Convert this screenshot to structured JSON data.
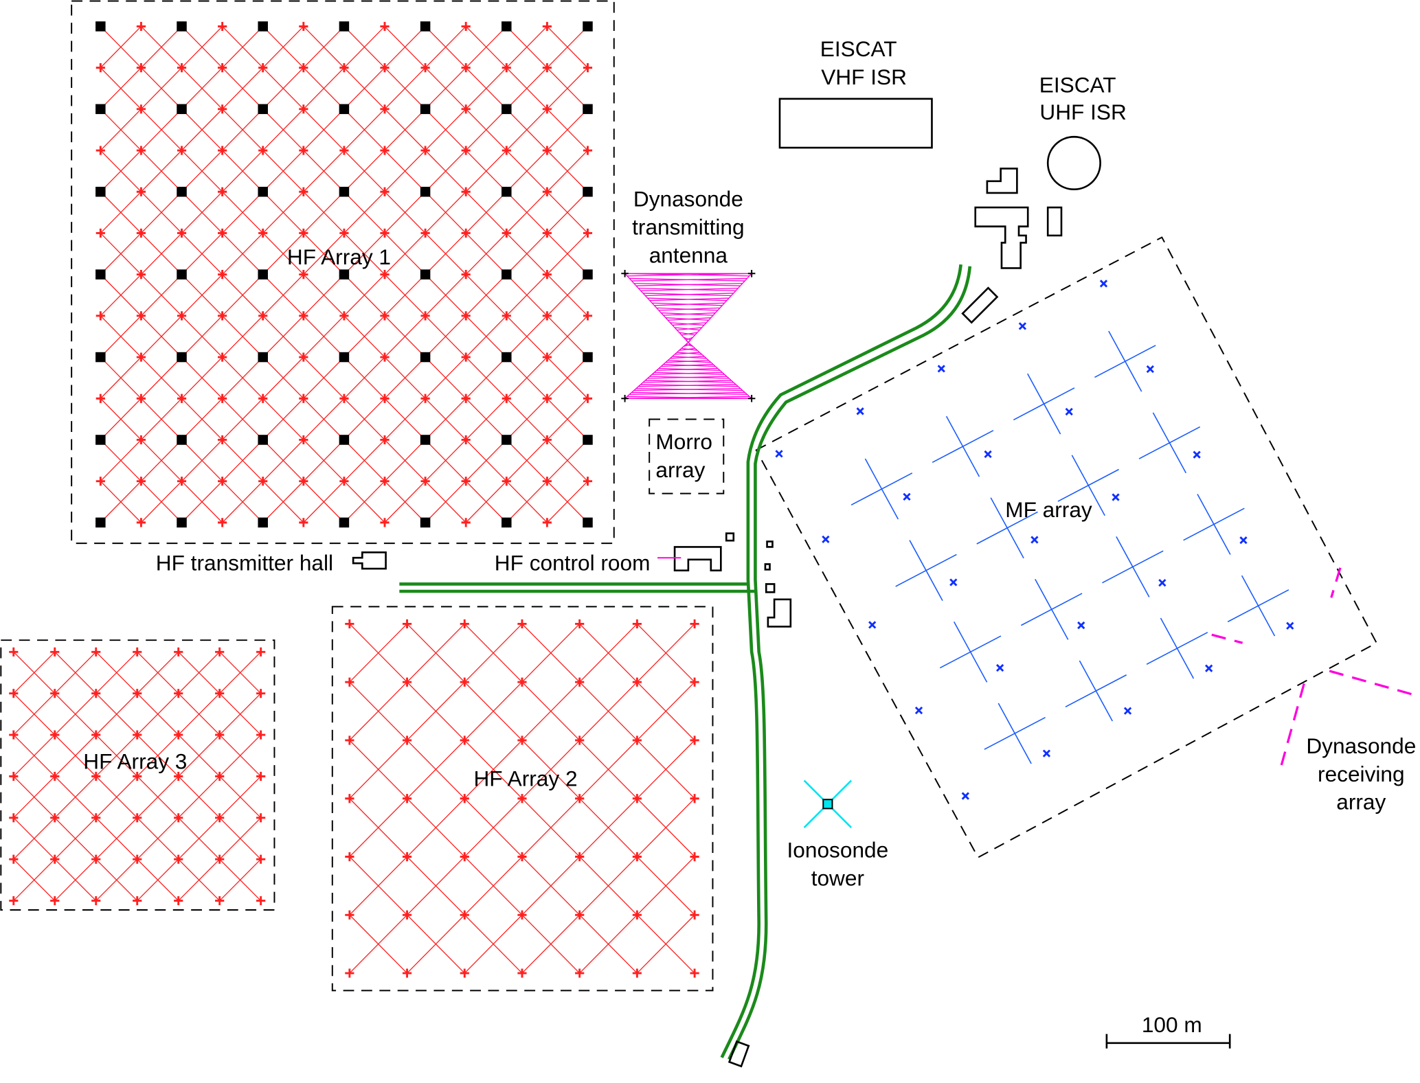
{
  "labels": {
    "hf_array_1": "HF Array 1",
    "hf_array_2": "HF Array 2",
    "hf_array_3": "HF Array 3",
    "hf_transmitter_hall": "HF transmitter hall",
    "hf_control_room": "HF control room",
    "eiscat_vhf_line1": "EISCAT",
    "eiscat_vhf_line2": "VHF ISR",
    "eiscat_uhf_line1": "EISCAT",
    "eiscat_uhf_line2": "UHF ISR",
    "dyn_tx_line1": "Dynasonde",
    "dyn_tx_line2": "transmitting",
    "dyn_tx_line3": "antenna",
    "morro_line1": "Morro",
    "morro_line2": "array",
    "mf_array": "MF array",
    "dyn_rx_line1": "Dynasonde",
    "dyn_rx_line2": "receiving",
    "dyn_rx_line3": "array",
    "iono_line1": "Ionosonde",
    "iono_line2": "tower",
    "scale": "100 m"
  },
  "colors": {
    "hf": "#ff2020",
    "mf": "#1a5cff",
    "mf_marker": "#1030ff",
    "dynasonde": "#ff00dd",
    "road": "#1a8a1a",
    "ionosonde": "#00e5ee"
  }
}
